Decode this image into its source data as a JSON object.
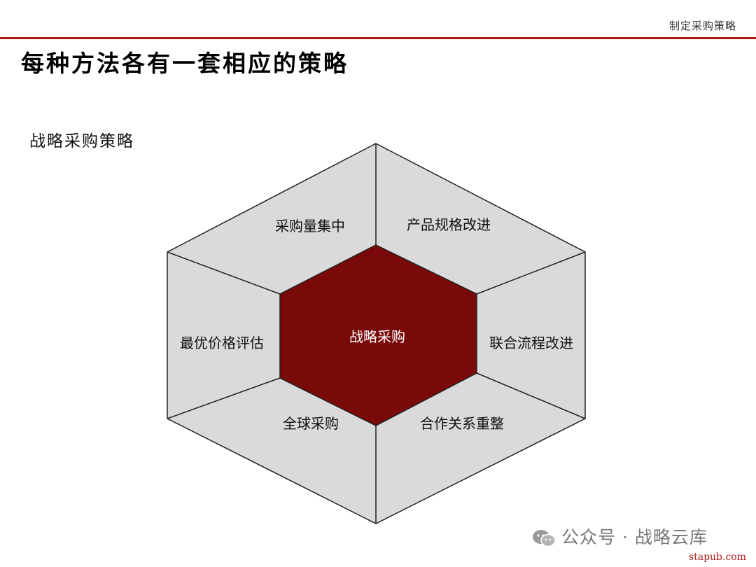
{
  "header": {
    "tag": "制定采购策略"
  },
  "title": "每种方法各有一套相应的策略",
  "section_label": "战略采购策略",
  "diagram": {
    "center": "战略采购",
    "segments": {
      "top_left": "采购量集中",
      "top_right": "产品规格改进",
      "right": "联合流程改进",
      "bottom_right": "合作关系重整",
      "bottom_left": "全球采购",
      "left": "最优价格评估"
    },
    "colors": {
      "outer_fill": "#dadada",
      "inner_fill": "#7a0909",
      "stroke": "#222222"
    }
  },
  "watermark": {
    "icon": "wechat-icon",
    "text": "公众号 · 战略云库"
  },
  "footer": {
    "url": "stapub.com"
  }
}
